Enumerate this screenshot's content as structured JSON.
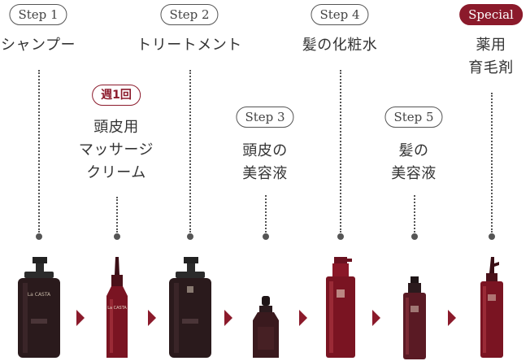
{
  "steps": [
    {
      "badge": "Step 1",
      "label": "シャンプー"
    },
    {
      "badge": "週1回",
      "label": "頭皮用\nマッサージ\nクリーム"
    },
    {
      "badge": "Step 2",
      "label": "トリートメント"
    },
    {
      "badge": "Step 3",
      "label": "頭皮の\n美容液"
    },
    {
      "badge": "Step 4",
      "label": "髪の化粧水"
    },
    {
      "badge": "Step 5",
      "label": "髪の\n美容液"
    },
    {
      "badge": "Special",
      "label": "薬用\n育毛剤"
    }
  ],
  "brand": "La CASTA",
  "colors": {
    "accent": "#8b1a2b",
    "line": "#555555",
    "bottle_dark": "#2a1a1c",
    "bottle_red": "#7a1422"
  }
}
